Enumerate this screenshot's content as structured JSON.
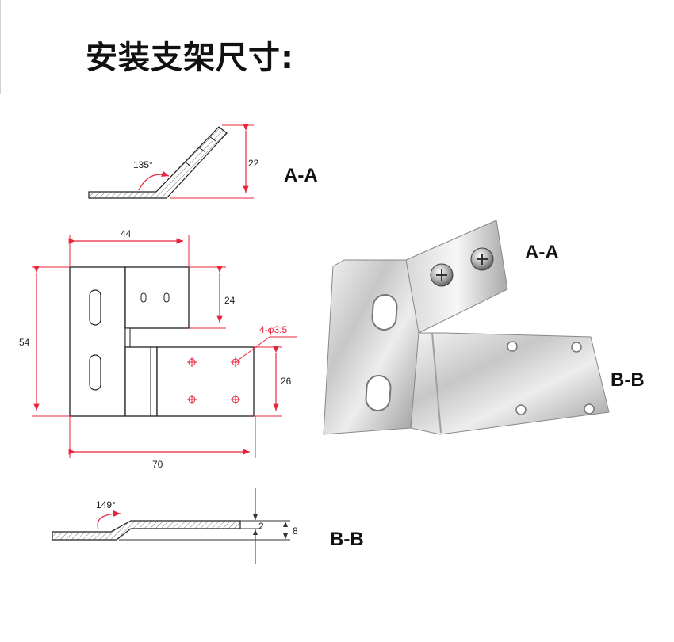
{
  "title": "安装支架尺寸:",
  "colors": {
    "dimension": "#e8243c",
    "outline": "#222222",
    "part_fill": "#ffffff",
    "hatch": "#777777"
  },
  "section_aa": {
    "label": "A-A",
    "angle": "135°",
    "height": "22"
  },
  "top_view": {
    "width_top": "44",
    "height_total": "54",
    "height_upper": "24",
    "height_lower": "26",
    "width_total": "70",
    "holes": "4-φ3.5"
  },
  "section_bb": {
    "label": "B-B",
    "angle": "149°",
    "thickness": "2",
    "offset": "8"
  },
  "photo": {
    "label_aa": "A-A",
    "label_bb": "B-B"
  }
}
